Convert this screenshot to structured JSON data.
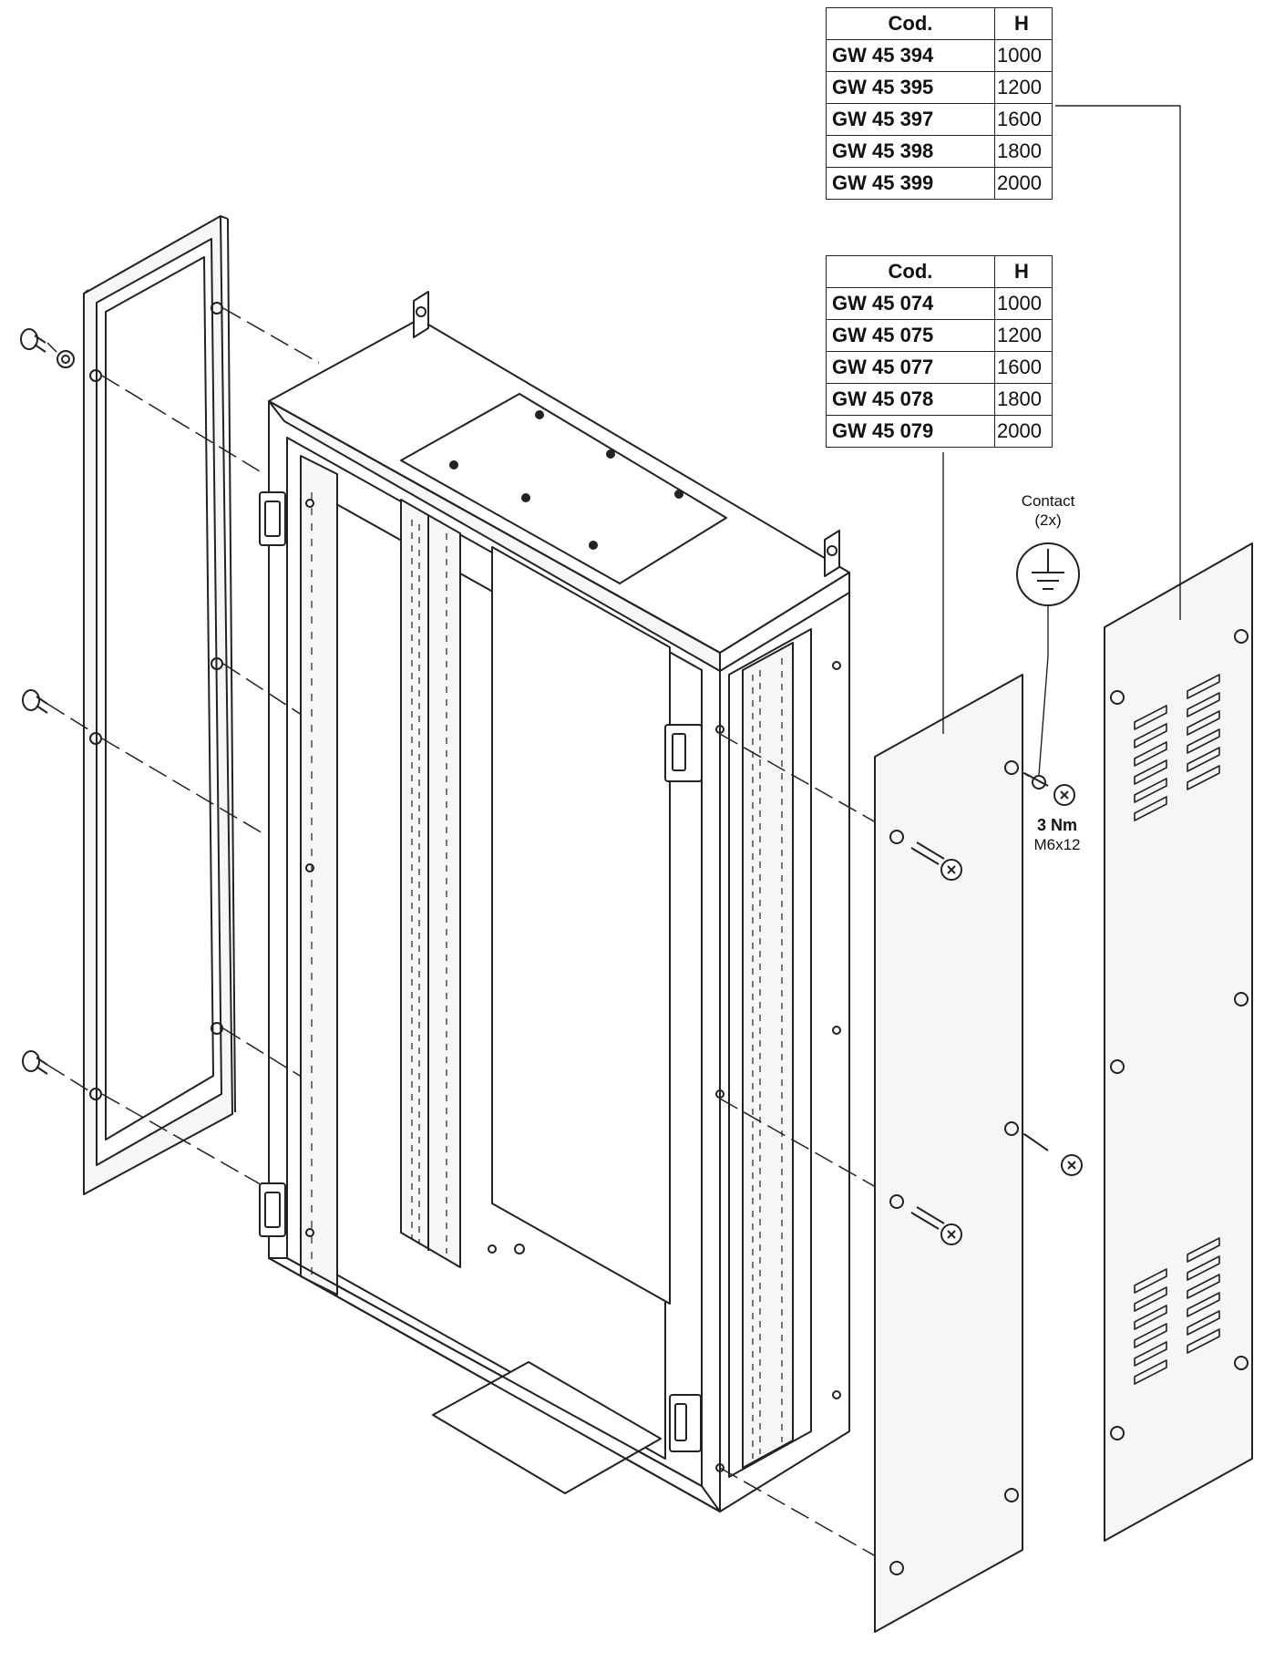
{
  "tables": {
    "top": {
      "header": {
        "code": "Cod.",
        "h": "H"
      },
      "rows": [
        {
          "code": "GW 45 394",
          "h": "1000"
        },
        {
          "code": "GW 45 395",
          "h": "1200"
        },
        {
          "code": "GW 45 397",
          "h": "1600"
        },
        {
          "code": "GW 45 398",
          "h": "1800"
        },
        {
          "code": "GW 45 399",
          "h": "2000"
        }
      ]
    },
    "middle": {
      "header": {
        "code": "Cod.",
        "h": "H"
      },
      "rows": [
        {
          "code": "GW 45 074",
          "h": "1000"
        },
        {
          "code": "GW 45 075",
          "h": "1200"
        },
        {
          "code": "GW 45 077",
          "h": "1600"
        },
        {
          "code": "GW 45 078",
          "h": "1800"
        },
        {
          "code": "GW 45 079",
          "h": "2000"
        }
      ]
    }
  },
  "annotations": {
    "contact_label": "Contact",
    "contact_count": "(2x)",
    "torque": "3 Nm",
    "screw_size": "M6x12"
  },
  "icons": {
    "ground": "earth-ground-icon"
  },
  "colors": {
    "line": "#222222",
    "panel_fill": "#f6f6f6",
    "background": "#ffffff"
  }
}
